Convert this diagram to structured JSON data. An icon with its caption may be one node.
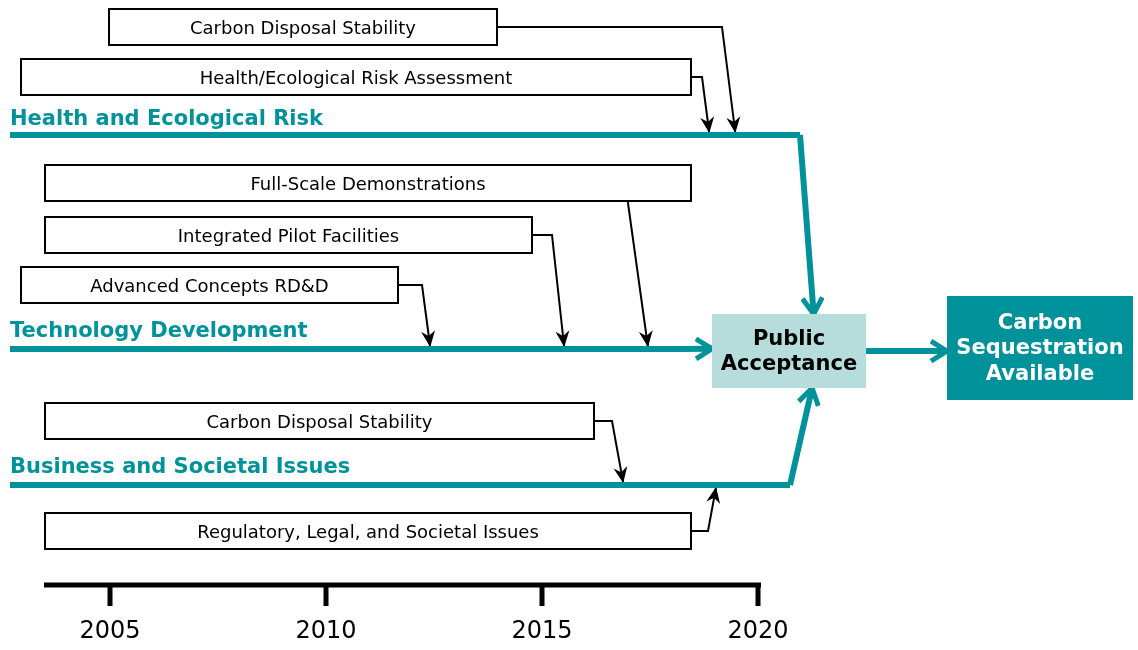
{
  "diagram": {
    "nodes": [
      {
        "text": [
          "Carbon Disposal Stability"
        ]
      },
      {
        "text": [
          "Health/Ecological Risk Assessment"
        ]
      },
      {
        "text": [
          "Health and Ecological Risk"
        ]
      },
      {
        "text": [
          "Full-Scale Demonstrations"
        ]
      },
      {
        "text": [
          "Integrated Pilot Facilities"
        ]
      },
      {
        "text": [
          "Advanced Concepts RD&D"
        ]
      },
      {
        "text": [
          "Technology Development"
        ]
      },
      {
        "text": [
          "Public Acceptance"
        ]
      },
      {
        "text": [
          "Carbon Sequestration Available"
        ]
      },
      {
        "text": [
          "Carbon Disposal Stability"
        ]
      },
      {
        "text": [
          "Business and Societal Issues"
        ]
      },
      {
        "text": [
          "Regulatory, Legal, and Societal Issues"
        ]
      }
    ],
    "edges": [
      {
        "from": 0,
        "to": 2,
        "arrow": "to"
      },
      {
        "from": 1,
        "to": 2,
        "arrow": "to"
      },
      {
        "from": 2,
        "to": 7,
        "arrow": "to",
        "style": "thick",
        "color": "#00929a"
      },
      {
        "from": 3,
        "to": 6,
        "arrow": "to"
      },
      {
        "from": 4,
        "to": 6,
        "arrow": "to"
      },
      {
        "from": 5,
        "to": 6,
        "arrow": "to"
      },
      {
        "from": 6,
        "to": 7,
        "arrow": "to",
        "style": "thick",
        "color": "#00929a"
      },
      {
        "from": 9,
        "to": 10,
        "arrow": "to"
      },
      {
        "from": 11,
        "to": 10,
        "arrow": "to"
      },
      {
        "from": 10,
        "to": 7,
        "arrow": "to",
        "style": "thick",
        "color": "#00929a"
      },
      {
        "from": 7,
        "to": 8,
        "arrow": "to",
        "style": "thick",
        "color": "#00929a"
      }
    ],
    "labels": [
      "2005",
      "2010",
      "2015",
      "2020"
    ]
  }
}
